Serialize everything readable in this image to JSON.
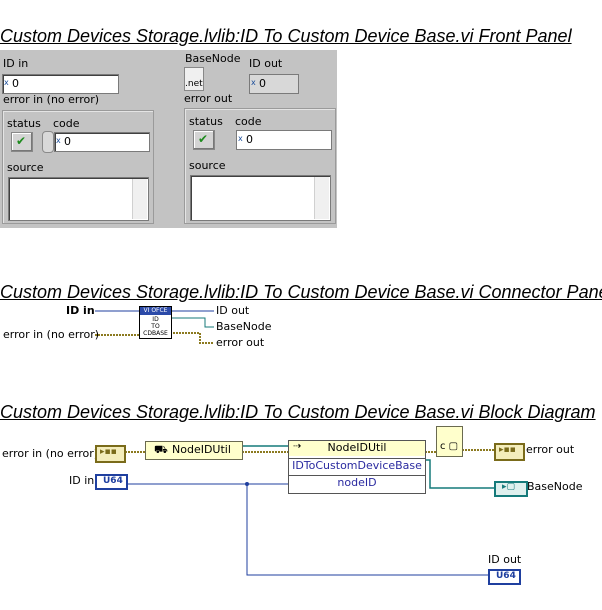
{
  "front_panel": {
    "title": "Custom Devices Storage.lvlib:ID To Custom Device Base.vi Front Panel",
    "id_in": {
      "label": "ID in",
      "radix": "x",
      "value": "0"
    },
    "base_node": {
      "label": "BaseNode",
      "icon_text": ".net"
    },
    "id_out": {
      "label": "ID out",
      "radix": "x",
      "value": "0"
    },
    "error_in": {
      "label": "error in (no error)",
      "status_label": "status",
      "code_label": "code",
      "code_radix": "x",
      "code_value": "0",
      "source_label": "source"
    },
    "error_out": {
      "label": "error out",
      "status_label": "status",
      "code_label": "code",
      "code_radix": "x",
      "code_value": "0",
      "source_label": "source"
    }
  },
  "connector_pane": {
    "title": "Custom Devices Storage.lvlib:ID To Custom Device Base.vi Connector Pane",
    "icon_lines": [
      "VI OFCE",
      "ID",
      "TO",
      "CDBASE"
    ],
    "inputs": [
      "ID in",
      "error in (no error)"
    ],
    "outputs": [
      "ID out",
      "BaseNode",
      "error out"
    ]
  },
  "block_diagram": {
    "title": "Custom Devices Storage.lvlib:ID To Custom Device Base.vi Block Diagram",
    "error_in_label": "error in (no error)",
    "id_in_label": "ID in",
    "id_in_type": "U64",
    "constructor_label": "NodeIDUtil",
    "invoke_node_class": "NodeIDUtil",
    "invoke_node_method": "IDToCustomDeviceBase",
    "invoke_node_param": "nodeID",
    "error_out_label": "error out",
    "base_node_label": "BaseNode",
    "id_out_label": "ID out",
    "id_out_type": "U64"
  }
}
